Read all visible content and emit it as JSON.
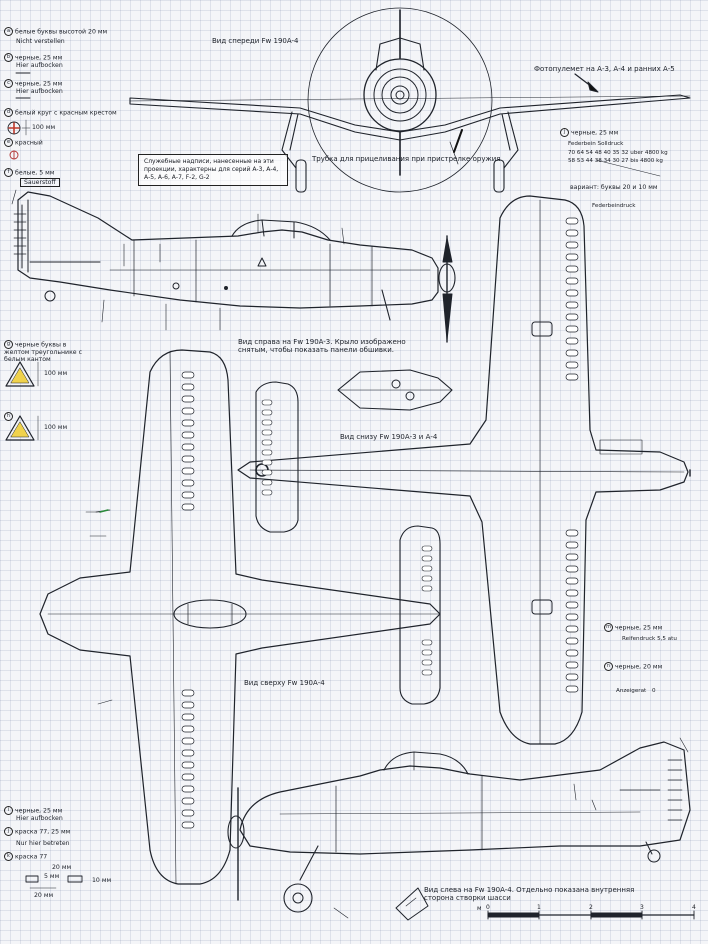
{
  "legend": {
    "a": {
      "letter": "a",
      "text": "белые буквы высотой 20 мм",
      "sub": "Nicht verstellen"
    },
    "b": {
      "letter": "b",
      "text": "черные, 25 мм",
      "sub": "Hier aufbocken"
    },
    "c": {
      "letter": "c",
      "text": "черные, 25 мм",
      "sub": "Hier aufbocken"
    },
    "d": {
      "letter": "d",
      "text": "белый круг с красным крестом",
      "size": "100 мм"
    },
    "e": {
      "letter": "e",
      "text": "красный"
    },
    "f": {
      "letter": "f",
      "text": "белые, 5 мм",
      "sub": "Sauerstoff"
    },
    "g": {
      "letter": "g",
      "text": "черные буквы в желтом треугольнике с белым кантом",
      "size": "100 мм"
    },
    "h": {
      "letter": "h",
      "size": "100 мм"
    },
    "i": {
      "letter": "i",
      "text": "черные, 25 мм",
      "sub": "Hier aufbocken"
    },
    "j2": {
      "letter": "j",
      "text": "краска 77, 25 мм",
      "sub": "Nur hier betreten"
    },
    "k": {
      "letter": "k",
      "text": "краска 77"
    },
    "dims": {
      "a": "20 мм",
      "b": "5 мм",
      "c": "10 мм",
      "d": "20 мм"
    }
  },
  "views": {
    "front": "Вид спереди Fw 190A-4",
    "front_note": "Фотопулемет на А-3, А-4 и ранних А-5",
    "front_tube": "Трубка для прицеливания при пристрелке оружия",
    "right": "Вид справа на Fw 190A-3. Крыло изображено снятым, чтобы показать панели обшивки.",
    "bottom": "Вид снизу Fw 190А-3 и А-4",
    "top": "Вид сверху Fw 190А-4",
    "left": "Вид слева на Fw 190A-4. Отдельно показана внутренняя сторона створки шасси"
  },
  "service_box": "Служебные надписи, нанесенные на эти проекции, характерны для серий А-3, А-4, А-5, А-6, А-7, F-2, G-2",
  "stencil_j": {
    "letter": "j",
    "text": "черные, 25 мм",
    "title": "Federbein Solldruck",
    "row1": "70 64 54 48 40 35 32 uber 4800 kg",
    "row2": "58 53 44 38 34 30 27 bis 4800 kg",
    "variant": "вариант: буквы 20 и 10 мм",
    "variant_title": "Federbeindruck"
  },
  "stencil_m": {
    "letter": "m",
    "text": "черные, 25 мм",
    "sub": "Reifendruck 5,5 atu"
  },
  "stencil_n": {
    "letter": "n",
    "text": "черные, 20 мм",
    "sub": "Anzeigerat",
    "digit": "0"
  },
  "scale": {
    "label": "м",
    "ticks": [
      "0",
      "1",
      "2",
      "3",
      "4"
    ]
  }
}
